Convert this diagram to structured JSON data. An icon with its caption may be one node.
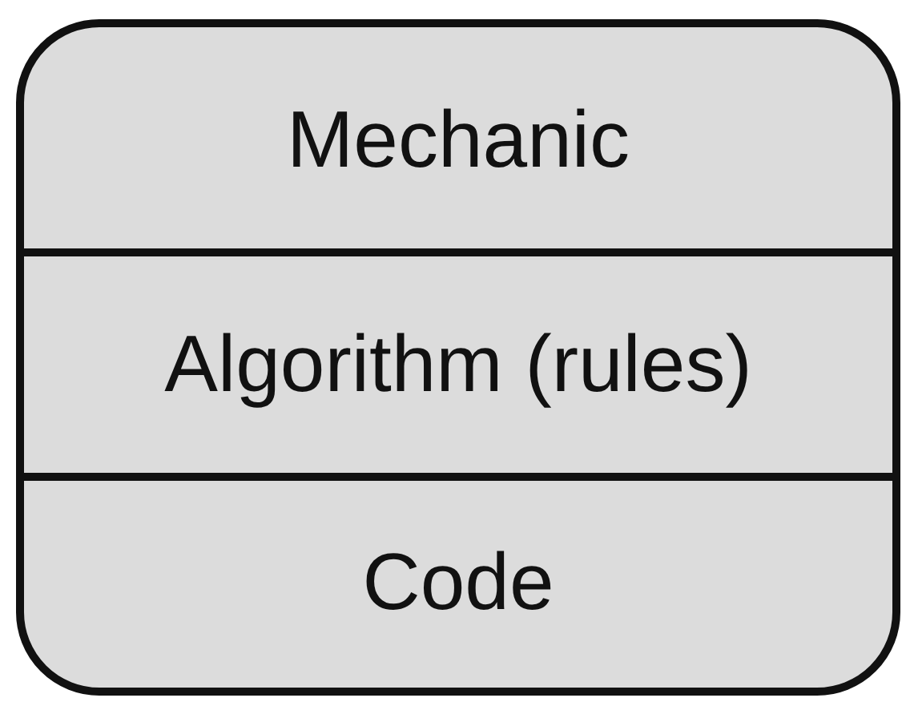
{
  "diagram": {
    "nodes": [
      {
        "text": [
          "Mechanic",
          "Algorithm (rules)",
          "Code"
        ]
      }
    ]
  }
}
